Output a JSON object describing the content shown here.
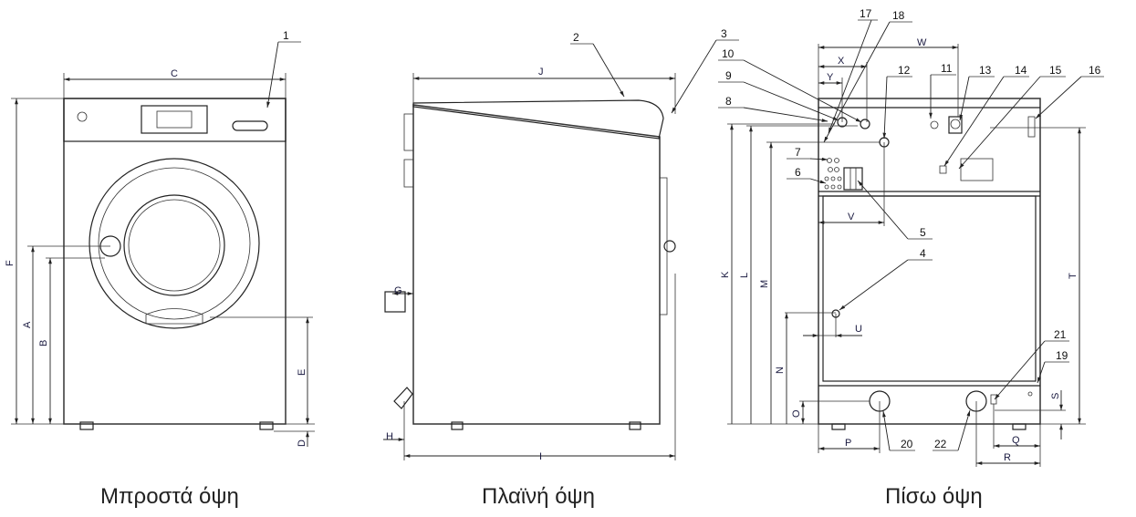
{
  "front": {
    "caption": "Μπροστά όψη",
    "dims": {
      "C": "C",
      "F": "F",
      "A": "A",
      "B": "B",
      "E": "E",
      "D": "D"
    },
    "callouts": {
      "c1": "1"
    }
  },
  "side": {
    "caption": "Πλαϊνή όψη",
    "dims": {
      "J": "J",
      "G": "G",
      "H": "H",
      "I": "I"
    },
    "callouts": {
      "c2": "2",
      "c3": "3"
    }
  },
  "back": {
    "caption": "Πίσω όψη",
    "dims": {
      "W": "W",
      "X": "X",
      "Y": "Y",
      "V": "V",
      "K": "K",
      "L": "L",
      "M": "M",
      "N": "N",
      "O": "O",
      "P": "P",
      "Q": "Q",
      "R": "R",
      "S": "S",
      "T": "T",
      "U": "U"
    },
    "callouts": {
      "c4": "4",
      "c5": "5",
      "c6": "6",
      "c7": "7",
      "c8": "8",
      "c9": "9",
      "c10": "10",
      "c11": "11",
      "c12": "12",
      "c13": "13",
      "c14": "14",
      "c15": "15",
      "c16": "16",
      "c17": "17",
      "c18": "18",
      "c19": "19",
      "c20": "20",
      "c21": "21",
      "c22": "22"
    }
  }
}
